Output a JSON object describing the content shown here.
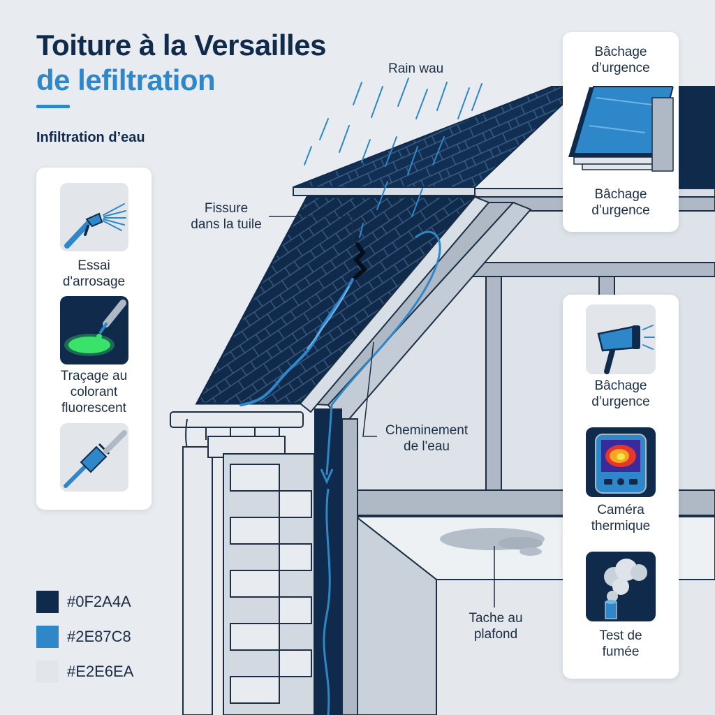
{
  "header": {
    "title_line1": "Toiture à la Versailles",
    "title_line2": "de lefiltration",
    "subtitle": "Infiltration d’eau"
  },
  "diagram": {
    "rain_label": "Rain wau",
    "crack_label": [
      "Fissure",
      "dans la tuile"
    ],
    "path_label": [
      "Cheminement",
      "de l'eau"
    ],
    "stain_label": [
      "Tache au",
      "plafond"
    ]
  },
  "left_panel": {
    "items": [
      {
        "icon": "garden-hose-spray-icon",
        "label": [
          "Essai",
          "d'arrosage"
        ]
      },
      {
        "icon": "fluorescent-dye-icon",
        "label": [
          "Traçage au",
          "colorant",
          "fluorescent"
        ]
      },
      {
        "icon": "hose-nozzle-icon",
        "label": []
      }
    ]
  },
  "top_right_panel": {
    "top_label": [
      "Bâchage",
      "d’urgence"
    ],
    "icon": "emergency-tarp-icon",
    "bottom_label": [
      "Bâchage",
      "d’urgence"
    ]
  },
  "right_panel": {
    "items": [
      {
        "icon": "blower-icon",
        "label": [
          "Bâchage",
          "d’urgence"
        ]
      },
      {
        "icon": "thermal-camera-icon",
        "label": [
          "Caméra",
          "thermique"
        ]
      },
      {
        "icon": "smoke-test-icon",
        "label": [
          "Test de",
          "fumée"
        ]
      }
    ]
  },
  "palette": [
    {
      "code": "#0F2A4A",
      "color": "#0F2A4A"
    },
    {
      "code": "#2E87C8",
      "color": "#2E87C8"
    },
    {
      "code": "#E2E6EA",
      "color": "#E2E6EA"
    }
  ]
}
